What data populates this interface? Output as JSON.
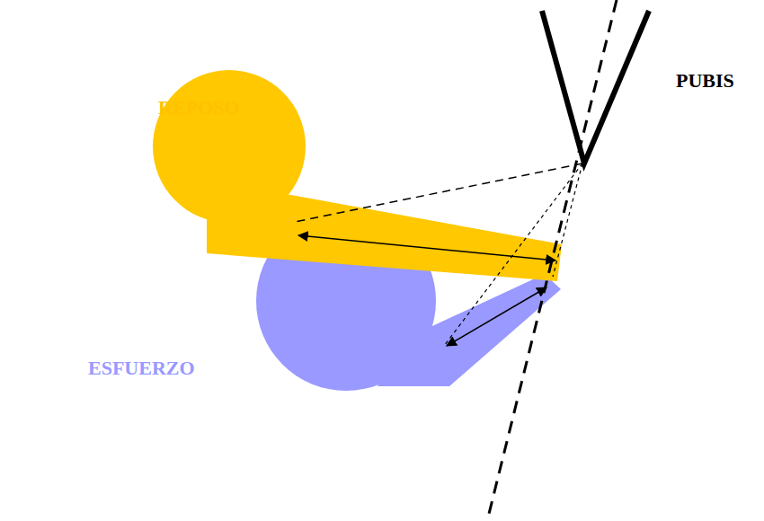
{
  "diagram": {
    "labels": [
      "REPOSO",
      "ESFUERZO",
      "PUBIS"
    ]
  }
}
